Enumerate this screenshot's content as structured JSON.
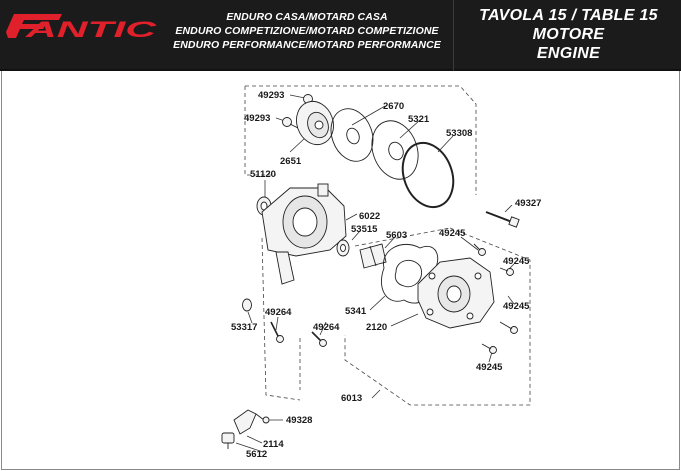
{
  "header": {
    "brand": "FANTIC",
    "models": [
      "ENDURO CASA/MOTARD CASA",
      "ENDURO COMPETIZIONE/MOTARD COMPETIZIONE",
      "ENDURO PERFORMANCE/MOTARD PERFORMANCE"
    ],
    "table": "TAVOLA 15  /  TABLE 15",
    "section_it": "MOTORE",
    "section_en": "ENGINE"
  },
  "colors": {
    "header_bg": "#1b1b1b",
    "brand_red": "#e0202a",
    "header_text": "#ffffff"
  },
  "parts": {
    "p49293a": "49293",
    "p49293b": "49293",
    "p2670": "2670",
    "p5321": "5321",
    "p53308": "53308",
    "p2651": "2651",
    "p51120": "51120",
    "p49327": "49327",
    "p6022": "6022",
    "p53515": "53515",
    "p5603": "5603",
    "p49245a": "49245",
    "p49245b": "49245",
    "p49245c": "49245",
    "p49245d": "49245",
    "p53317": "53317",
    "p49264a": "49264",
    "p49264b": "49264",
    "p5341": "5341",
    "p2120": "2120",
    "p6013": "6013",
    "p49328": "49328",
    "p2114": "2114",
    "p5612": "5612"
  }
}
